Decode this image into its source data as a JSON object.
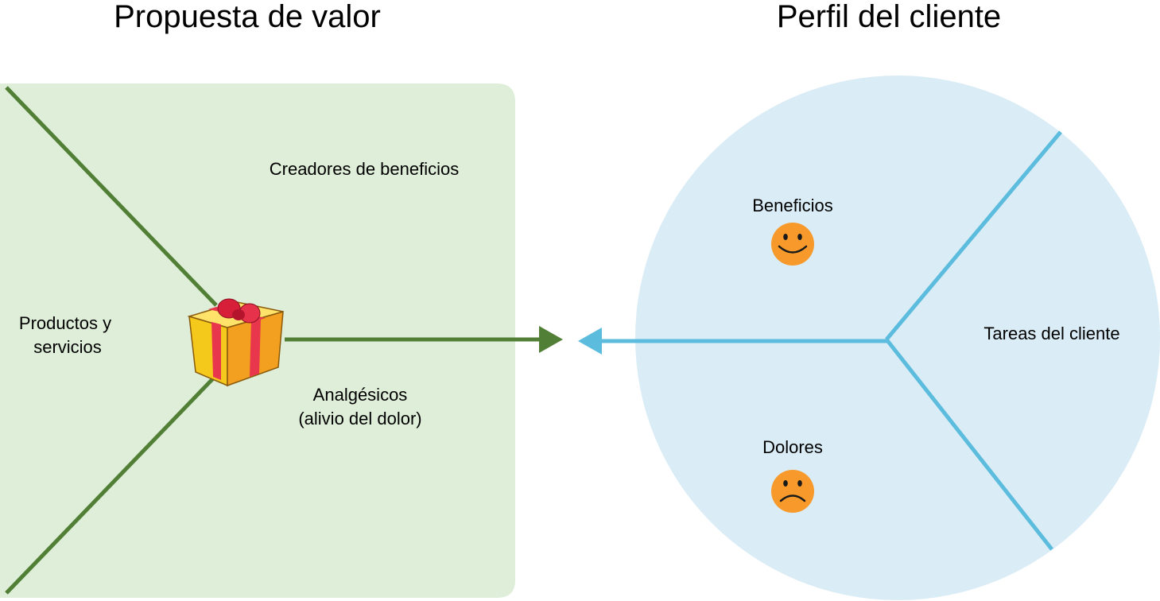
{
  "value_proposition": {
    "title": "Propuesta de valor",
    "gain_creators": "Creadores de beneficios",
    "products_line1": "Productos y",
    "products_line2": "servicios",
    "pain_relievers_line1": "Analgésicos",
    "pain_relievers_line2": "(alivio del dolor)",
    "icon": "gift-icon"
  },
  "customer_profile": {
    "title": "Perfil del cliente",
    "gains": "Beneficios",
    "pains": "Dolores",
    "jobs": "Tareas del cliente",
    "gains_icon": "smiley-happy-icon",
    "pains_icon": "smiley-sad-icon"
  },
  "colors": {
    "vp_fill": "#deeed8",
    "vp_line": "#527f36",
    "cp_fill": "#daecf5",
    "cp_line": "#5cbcde",
    "smiley": "#f79a2b"
  }
}
